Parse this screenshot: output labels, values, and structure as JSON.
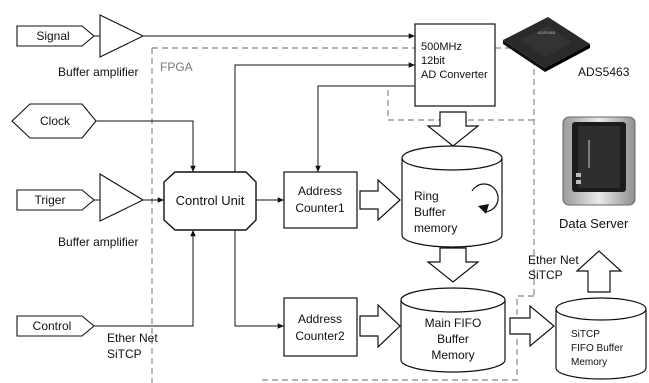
{
  "inputs": {
    "signal": "Signal",
    "clock": "Clock",
    "trigger": "Triger",
    "control": "Control"
  },
  "buffer_amplifier_top": "Buffer amplifier",
  "buffer_amplifier_bottom": "Buffer amplifier",
  "fpga_label": "FPGA",
  "adc": {
    "line1": "500MHz",
    "line2": "12bit",
    "line3": "AD Converter"
  },
  "adc_chip_label": "ADS5463",
  "control_unit": "Control Unit",
  "address_counter1": {
    "line1": "Address",
    "line2": "Counter1"
  },
  "address_counter2": {
    "line1": "Address",
    "line2": "Counter2"
  },
  "ring_buffer": {
    "line1": "Ring",
    "line2": "Buffer",
    "line3": "memory"
  },
  "main_fifo": {
    "line1": "Main FIFO",
    "line2": "Buffer",
    "line3": "Memory"
  },
  "sitcp_fifo": {
    "line1": "SiTCP",
    "line2": "FIFO Buffer",
    "line3": "Memory"
  },
  "data_server": "Data Server",
  "ethernet_right": {
    "line1": "Ether Net",
    "line2": "SiTCP"
  },
  "ethernet_left": {
    "line1": "Ether Net",
    "line2": "SiTCP"
  }
}
